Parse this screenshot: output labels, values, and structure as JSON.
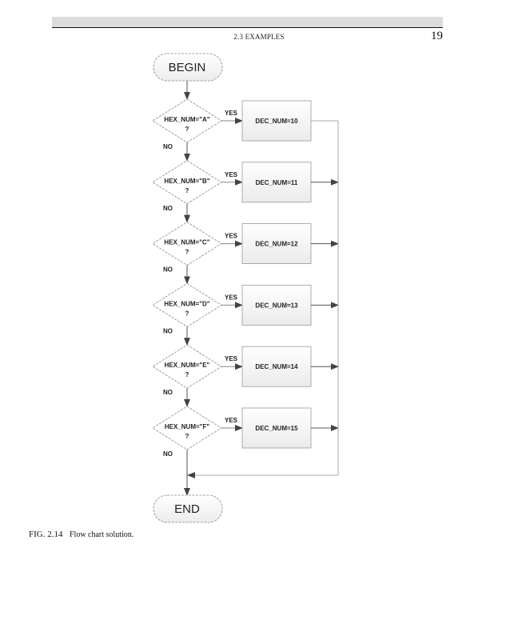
{
  "page": {
    "running_head": "2.3  EXAMPLES",
    "page_number": "19"
  },
  "flowchart": {
    "start_label": "BEGIN",
    "end_label": "END",
    "yes_label": "YES",
    "no_label": "NO",
    "decisions": [
      {
        "condition": "HEX_NUM=\"A\"",
        "question": "?",
        "action": "DEC_NUM=10"
      },
      {
        "condition": "HEX_NUM=\"B\"",
        "question": "?",
        "action": "DEC_NUM=11"
      },
      {
        "condition": "HEX_NUM=\"C\"",
        "question": "?",
        "action": "DEC_NUM=12"
      },
      {
        "condition": "HEX_NUM=\"D\"",
        "question": "?",
        "action": "DEC_NUM=13"
      },
      {
        "condition": "HEX_NUM=\"E\"",
        "question": "?",
        "action": "DEC_NUM=14"
      },
      {
        "condition": "HEX_NUM=\"F\"",
        "question": "?",
        "action": "DEC_NUM=15"
      }
    ]
  },
  "caption": {
    "figure": "FIG. 2.14",
    "text": "Flow chart solution."
  }
}
